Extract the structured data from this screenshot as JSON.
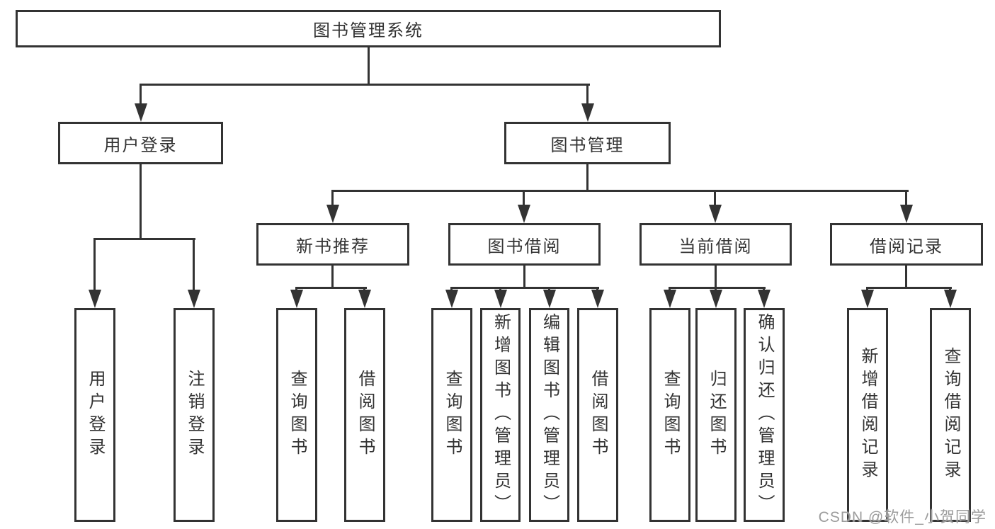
{
  "tree": {
    "root": {
      "label": "图书管理系统"
    },
    "branches": [
      {
        "label": "用户登录",
        "leaves": [
          {
            "label": "用户登录"
          },
          {
            "label": "注销登录"
          }
        ]
      },
      {
        "label": "图书管理",
        "sections": [
          {
            "label": "新书推荐",
            "leaves": [
              {
                "label": "查询图书"
              },
              {
                "label": "借阅图书"
              }
            ]
          },
          {
            "label": "图书借阅",
            "leaves": [
              {
                "label": "查询图书"
              },
              {
                "label": "新增图书（管理员）"
              },
              {
                "label": "编辑图书（管理员）"
              },
              {
                "label": "借阅图书"
              }
            ]
          },
          {
            "label": "当前借阅",
            "leaves": [
              {
                "label": "查询图书"
              },
              {
                "label": "归还图书"
              },
              {
                "label": "确认归还（管理员）"
              }
            ]
          },
          {
            "label": "借阅记录",
            "leaves": [
              {
                "label": "新增借阅记录"
              },
              {
                "label": "查询借阅记录"
              }
            ]
          }
        ]
      }
    ]
  },
  "watermark": {
    "text": "CSDN @软件_小贺同学"
  },
  "colors": {
    "line": "#333333",
    "text": "#333333",
    "watermark": "#9c9c9c",
    "box_fill": "#ffffff",
    "bg": "#ffffff"
  }
}
